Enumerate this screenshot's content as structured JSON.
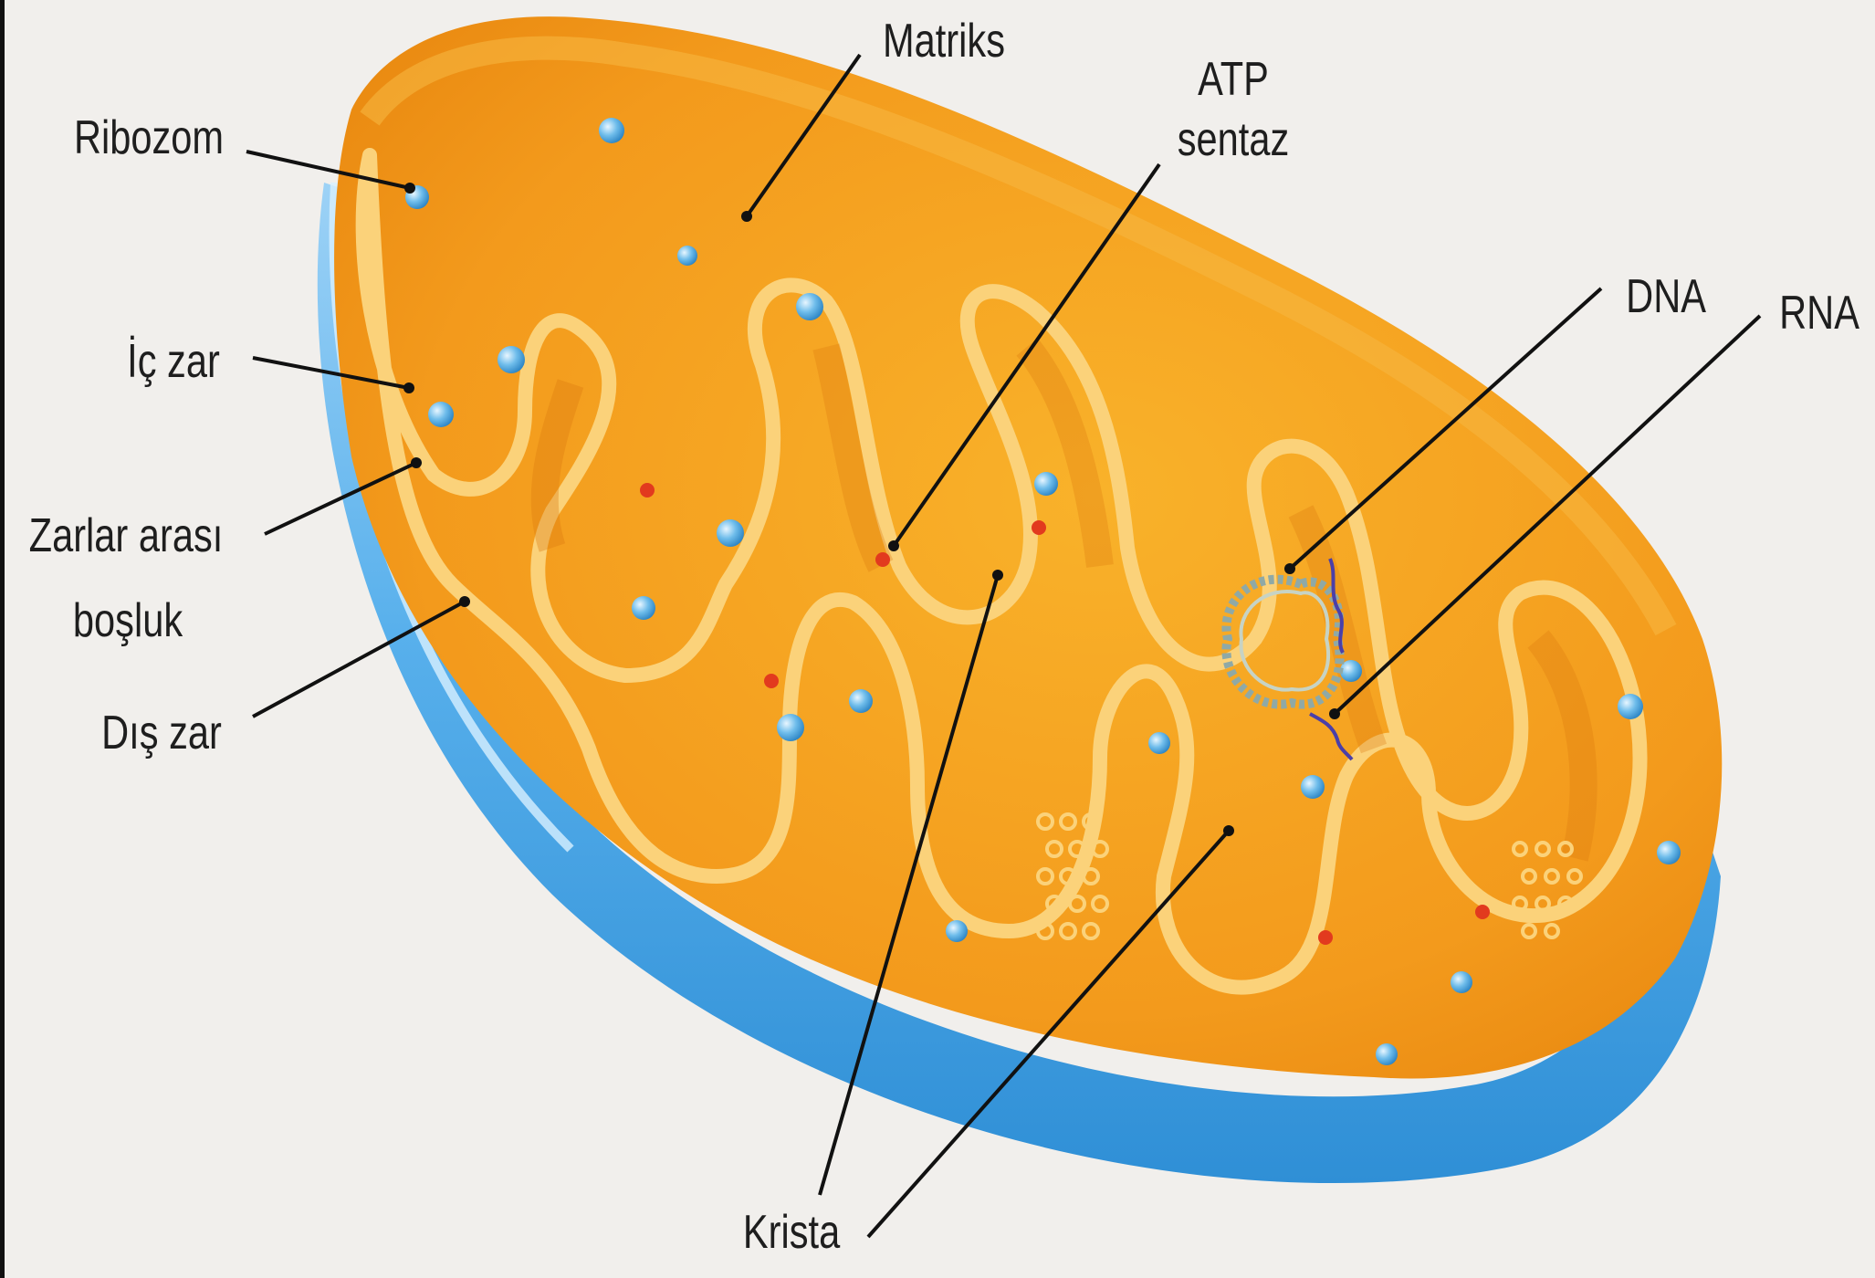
{
  "labels": {
    "ribozom": "Ribozom",
    "ic_zar": "İç zar",
    "zarlar_arasi_line1": "Zarlar arası",
    "zarlar_arasi_line2": "boşluk",
    "dis_zar": "Dış zar",
    "matriks": "Matriks",
    "atp_line1": "ATP",
    "atp_line2": "sentaz",
    "dna": "DNA",
    "rna": "RNA",
    "krista": "Krista"
  },
  "colors": {
    "background": "#f1efec",
    "outer_membrane": "#4aa6e6",
    "outer_membrane_light": "#bfe2fb",
    "inner_space": "#f6a21c",
    "matrix": "#f49a1a",
    "inner_membrane": "#fbd27a",
    "ribosome": "#5fb4e8",
    "atp_dot": "#e23a1e"
  }
}
